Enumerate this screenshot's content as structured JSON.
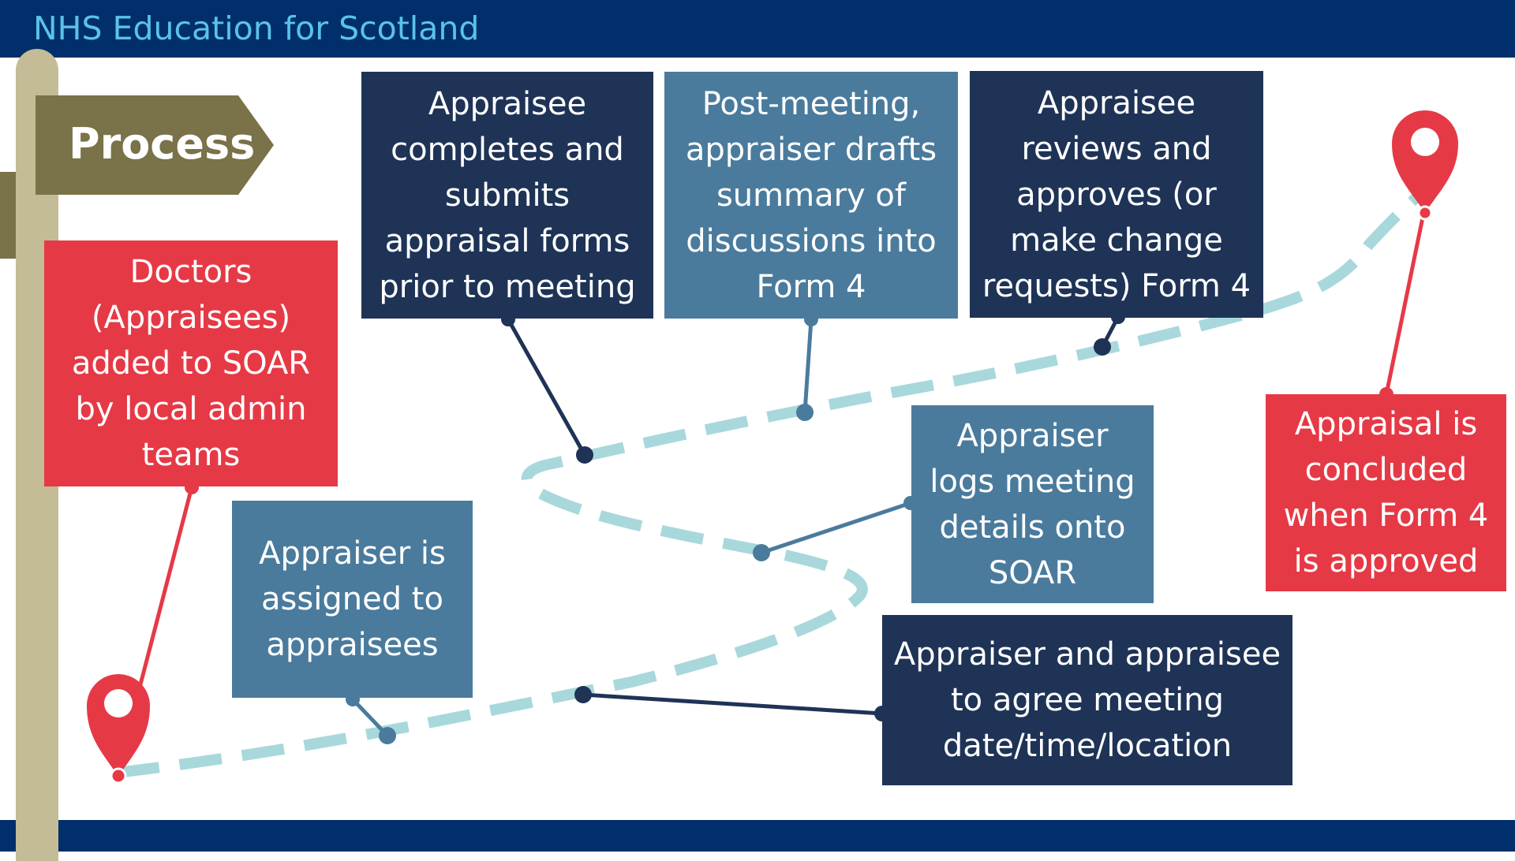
{
  "header": {
    "title": "NHS Education for Scotland"
  },
  "signpost": {
    "label": "Process"
  },
  "steps": [
    {
      "text": "Doctors\n(Appraisees)\nadded to SOAR\nby local admin\nteams"
    },
    {
      "text": "Appraiser is\nassigned to\nappraisees"
    },
    {
      "text": "Appraiser and appraisee\nto agree meeting\ndate/time/location"
    },
    {
      "text": "Appraiser\nlogs meeting\ndetails onto\nSOAR"
    },
    {
      "text": "Appraisee\ncompletes and\nsubmits\nappraisal forms\nprior to meeting"
    },
    {
      "text": "Post-meeting,\nappraiser drafts\nsummary of\ndiscussions into\nForm 4"
    },
    {
      "text": "Appraisee\nreviews and\napproves (or\nmake change\nrequests) Form 4"
    },
    {
      "text": "Appraisal is\nconcluded\nwhen Form 4\nis approved"
    }
  ],
  "colors": {
    "header_bg": "#002f6c",
    "header_text": "#5bc2e7",
    "pin_red": "#e63946",
    "navy_box": "#1e3356",
    "steel_box": "#4a7b9d",
    "path_dash": "#a8d8dc",
    "pole": "#c4bc96",
    "sign": "#7a7248"
  },
  "icons": [
    "start-pin-icon",
    "end-pin-icon"
  ]
}
